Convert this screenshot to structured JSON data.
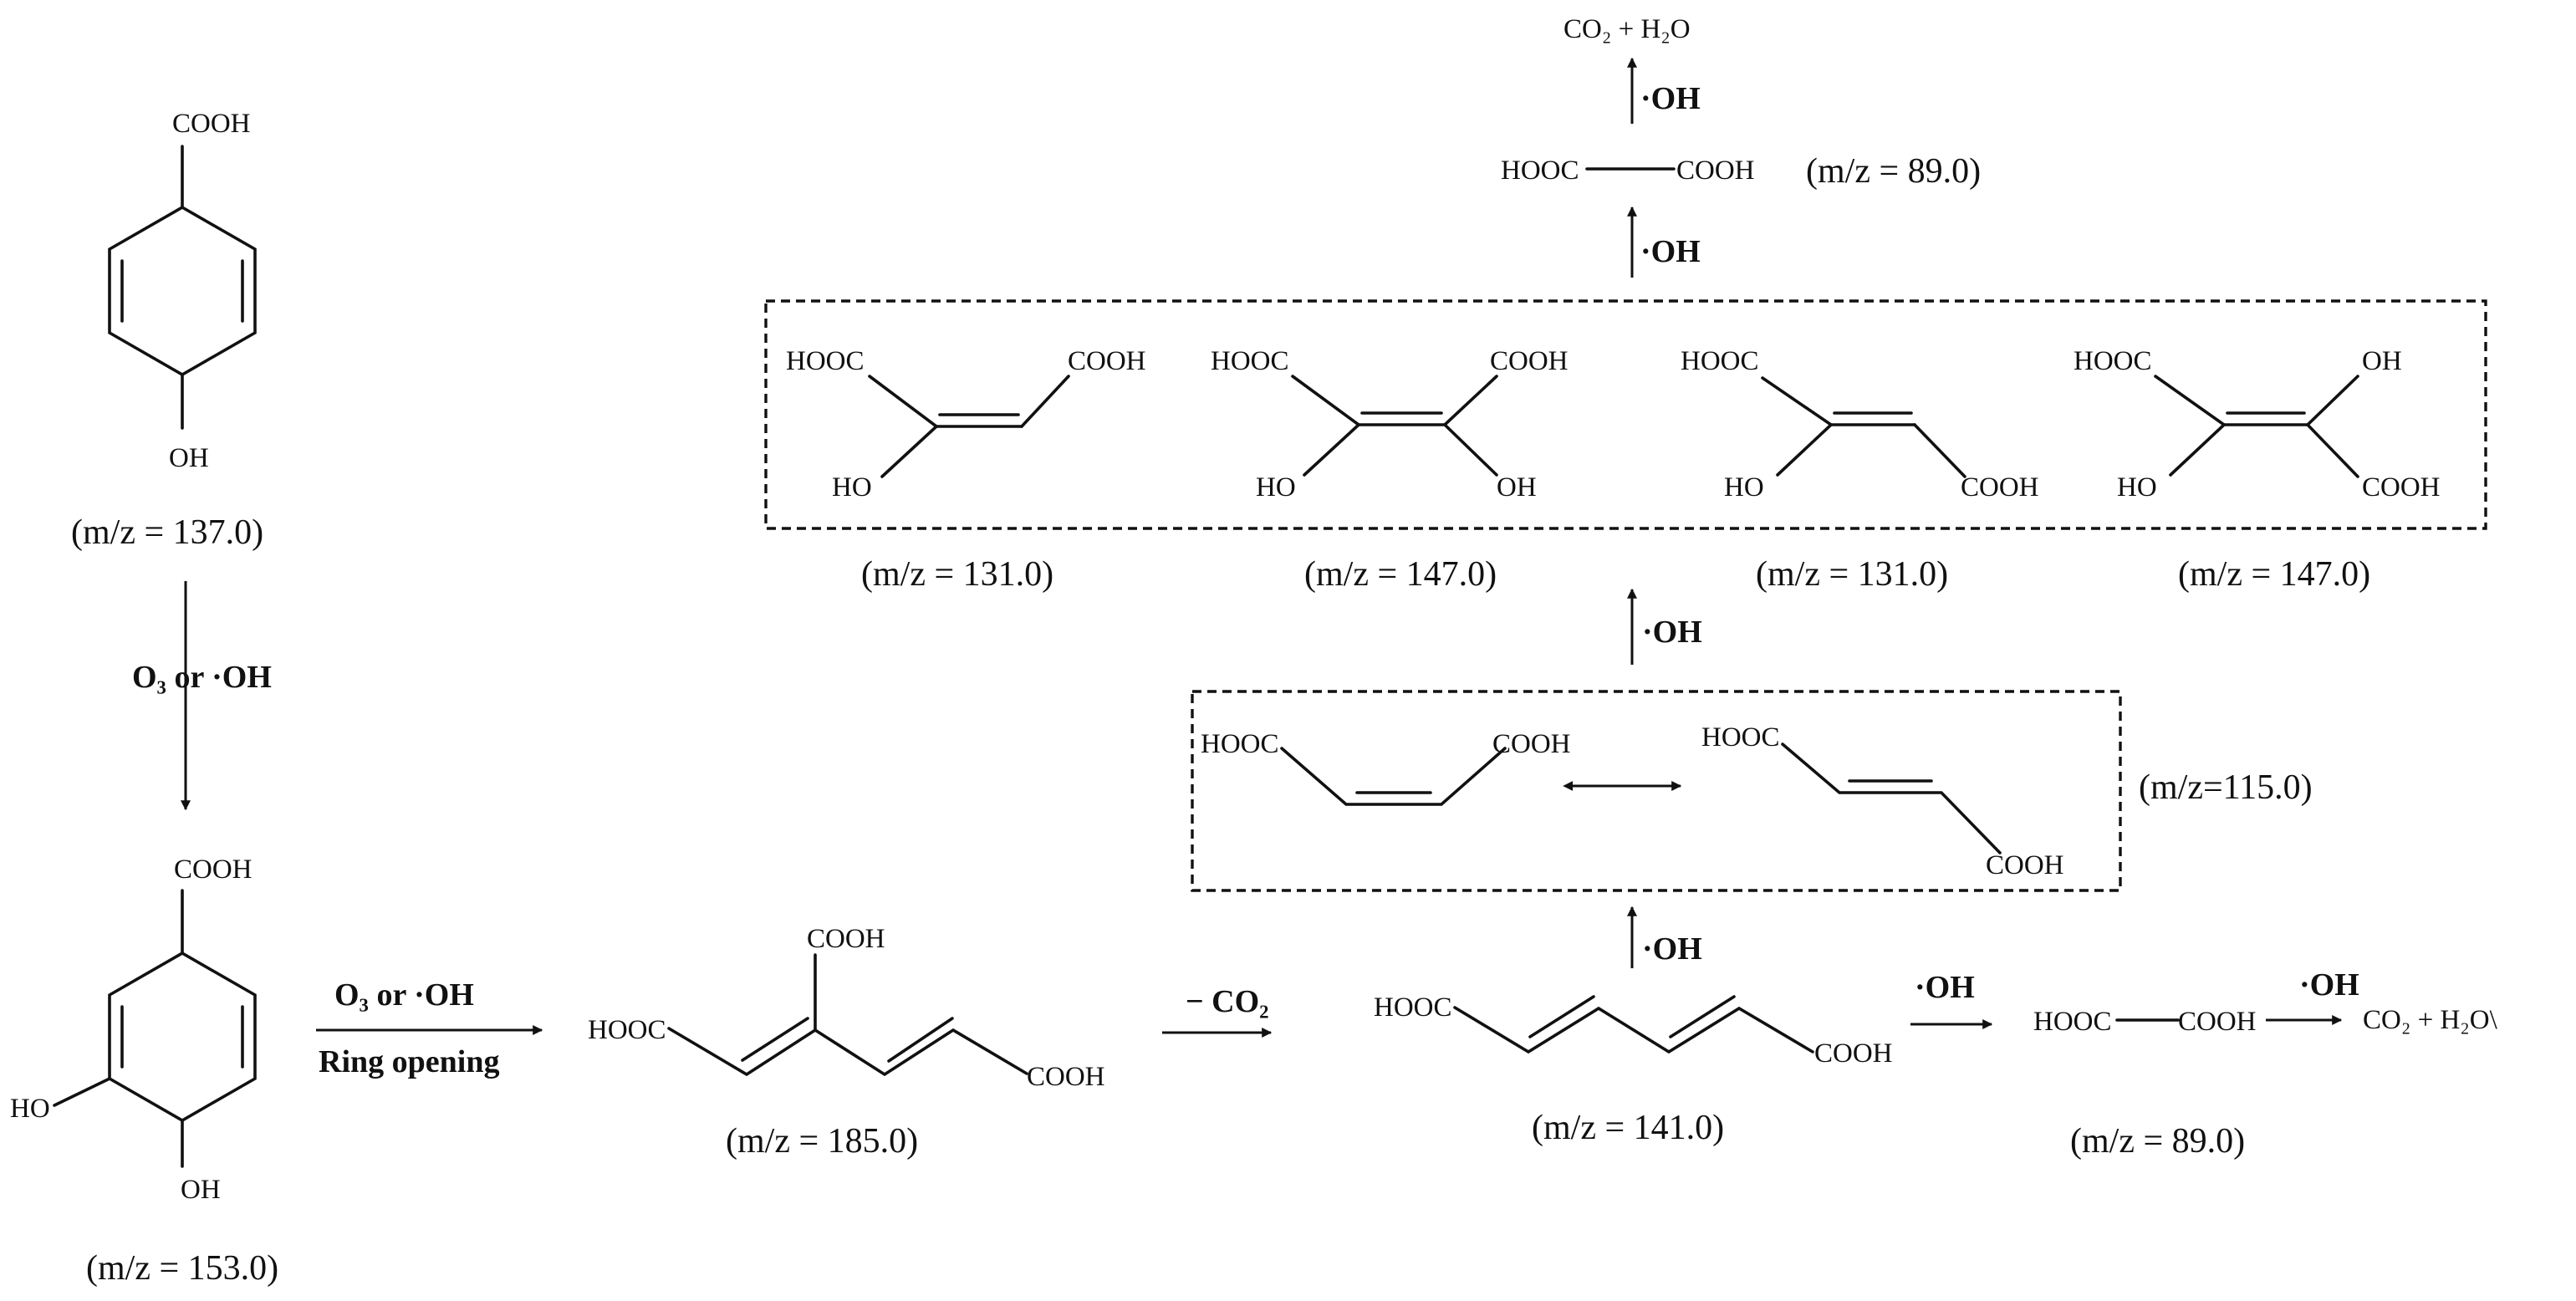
{
  "compounds": {
    "hba": {
      "top": "COOH",
      "bottom": "OH",
      "mz": "(m/z = 137.0)"
    },
    "pca": {
      "top": "COOH",
      "left": "HO",
      "bottom": "OH",
      "mz": "(m/z = 153.0)"
    },
    "opened": {
      "left": "HOOC",
      "branch": "COOH",
      "right": "COOH",
      "mz": "(m/z = 185.0)"
    },
    "muconic": {
      "left": "HOOC",
      "right": "COOH",
      "mz": "(m/z = 141.0)"
    },
    "oxalic_low": {
      "formula_left": "HOOC",
      "formula_right": "COOH",
      "mz": "(m/z = 89.0)"
    },
    "maleic_fumaric": {
      "cis_left": "HOOC",
      "cis_right": "COOH",
      "trans_top": "HOOC",
      "trans_bottom": "COOH",
      "mz": "(m/z=115.0)"
    },
    "hydroxylated": [
      {
        "tl": "HOOC",
        "tr": "COOH",
        "bl": "HO",
        "br": "",
        "mz": "(m/z = 131.0)"
      },
      {
        "tl": "HOOC",
        "tr": "COOH",
        "bl": "HO",
        "br": "OH",
        "mz": "(m/z = 147.0)"
      },
      {
        "tl": "HOOC",
        "tr": "",
        "bl": "HO",
        "br": "COOH",
        "mz": "(m/z = 131.0)"
      },
      {
        "tl": "HOOC",
        "tr": "OH",
        "bl": "HO",
        "br": "COOH",
        "mz": "(m/z = 147.0)"
      }
    ],
    "oxalic_top": {
      "formula_left": "HOOC",
      "formula_right": "COOH",
      "mz": "(m/z = 89.0)"
    }
  },
  "reagents": {
    "step1": "O₃  or ·OH",
    "step2_top": "O₃  or ·OH",
    "step2_bottom": "Ring opening",
    "decarboxylation": "− CO₂",
    "hydroxyl": "·OH"
  },
  "products": {
    "final_top": "CO₂ + H₂O",
    "final_right": "CO₂ + H₂O\\"
  }
}
